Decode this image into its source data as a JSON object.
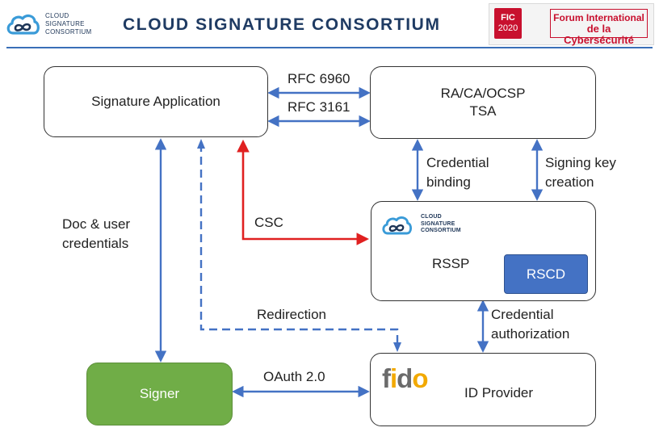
{
  "header": {
    "logo_lines": [
      "CLOUD",
      "SIGNATURE",
      "CONSORTIUM"
    ],
    "title": "CLOUD SIGNATURE CONSORTIUM",
    "fic_badge": {
      "line1": "FIC",
      "line2": "2020"
    },
    "forum_lines": [
      "Forum International",
      "de la Cybersécurité"
    ]
  },
  "boxes": {
    "signature_app": "Signature Application",
    "ra_ca_line1": "RA/CA/OCSP",
    "ra_ca_line2": "TSA",
    "rssp": "RSSP",
    "rscd": "RSCD",
    "signer": "Signer",
    "id_provider": "ID Provider",
    "rssp_logo_lines": [
      "CLOUD",
      "SIGNATURE",
      "CONSORTIUM"
    ],
    "fido_logo": "fido"
  },
  "labels": {
    "rfc6960": "RFC 6960",
    "rfc3161": "RFC 3161",
    "credential_binding_1": "Credential",
    "credential_binding_2": "binding",
    "signing_key_1": "Signing key",
    "signing_key_2": "creation",
    "doc_user_1": "Doc & user",
    "doc_user_2": "credentials",
    "csc": "CSC",
    "redirection": "Redirection",
    "credential_auth_1": "Credential",
    "credential_auth_2": "authorization",
    "oauth": "OAuth 2.0"
  },
  "colors": {
    "connector_blue": "#4472c4",
    "csc_red": "#e02020",
    "signer_green": "#70ad47",
    "rscd_blue": "#4472c4",
    "header_title": "#1f3b63"
  }
}
